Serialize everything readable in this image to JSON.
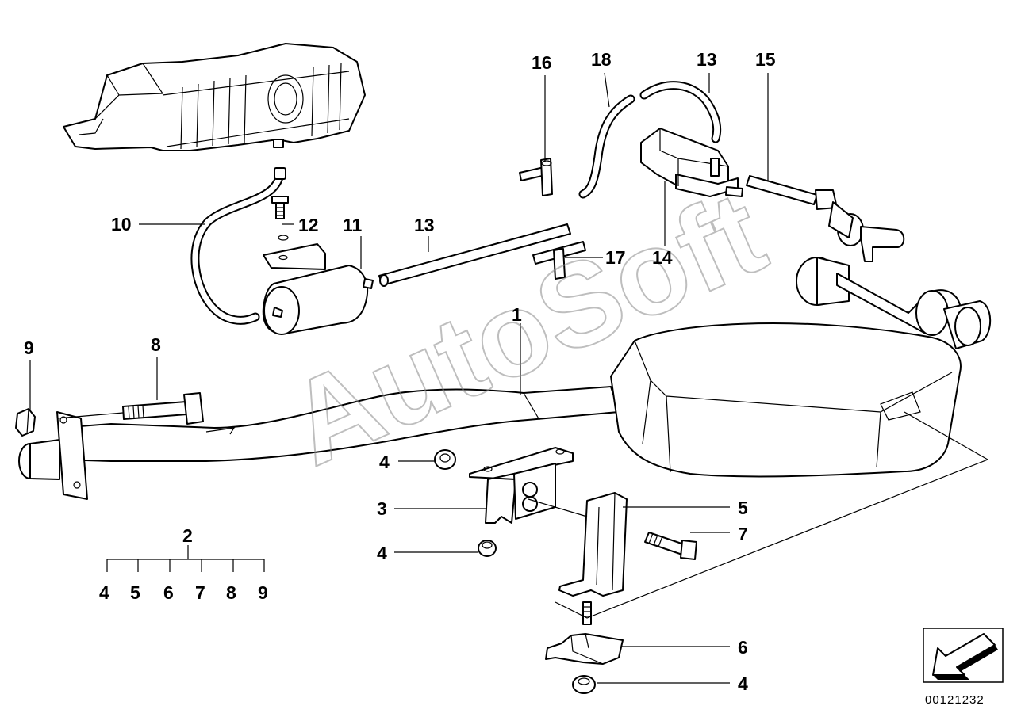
{
  "diagram": {
    "callouts": {
      "c1": "1",
      "c2": "2",
      "c3": "3",
      "c4a": "4",
      "c4b": "4",
      "c4c": "4",
      "c5": "5",
      "c6": "6",
      "c7": "7",
      "c8": "8",
      "c9": "9",
      "c10": "10",
      "c11": "11",
      "c12": "12",
      "c13a": "13",
      "c13b": "13",
      "c14": "14",
      "c15": "15",
      "c16": "16",
      "c17": "17",
      "c18": "18"
    },
    "kit_items": [
      "4",
      "5",
      "6",
      "7",
      "8",
      "9"
    ],
    "watermark": "AutoSoft",
    "diagram_code": "00121232",
    "nav_icon": "arrow-down-left-icon"
  }
}
